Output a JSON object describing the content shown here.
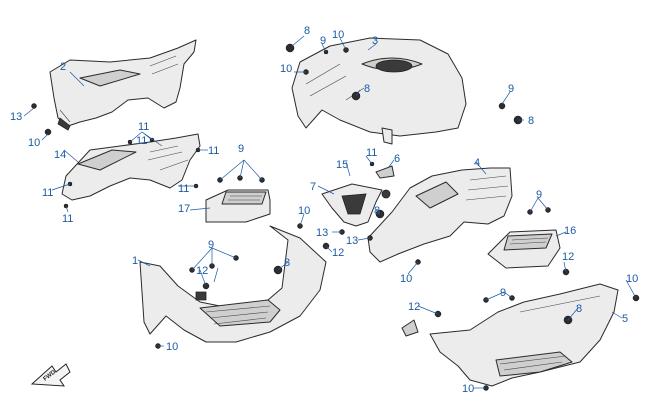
{
  "diagram": {
    "direction_label": "FWD",
    "callouts": {
      "c1": "1",
      "c2": "2",
      "c3": "3",
      "c4": "4",
      "c5": "5",
      "c6": "6",
      "c7": "7",
      "c8a": "8",
      "c8b": "8",
      "c8c": "8",
      "c8d": "8",
      "c8e": "8",
      "c8f": "8",
      "c9a": "9",
      "c9b": "9",
      "c9c": "9",
      "c9d": "9",
      "c9e": "9",
      "c9f": "9",
      "c10a": "10",
      "c10b": "10",
      "c10c": "10",
      "c10d": "10",
      "c10e": "10",
      "c10f": "10",
      "c10g": "10",
      "c10h": "10",
      "c11a": "11",
      "c11b": "11",
      "c11c": "11",
      "c11d": "11",
      "c11e": "11",
      "c11f": "11",
      "c11g": "11",
      "c12a": "12",
      "c12b": "12",
      "c12c": "12",
      "c12d": "12",
      "c13a": "13",
      "c13b": "13",
      "c13c": "13",
      "c14": "14",
      "c15": "15",
      "c16": "16",
      "c17": "17"
    }
  },
  "colors": {
    "callout": "#1c5aa6",
    "line": "#2b2b2b",
    "fill": "#ececec",
    "fastener": "#2d2d2d"
  }
}
